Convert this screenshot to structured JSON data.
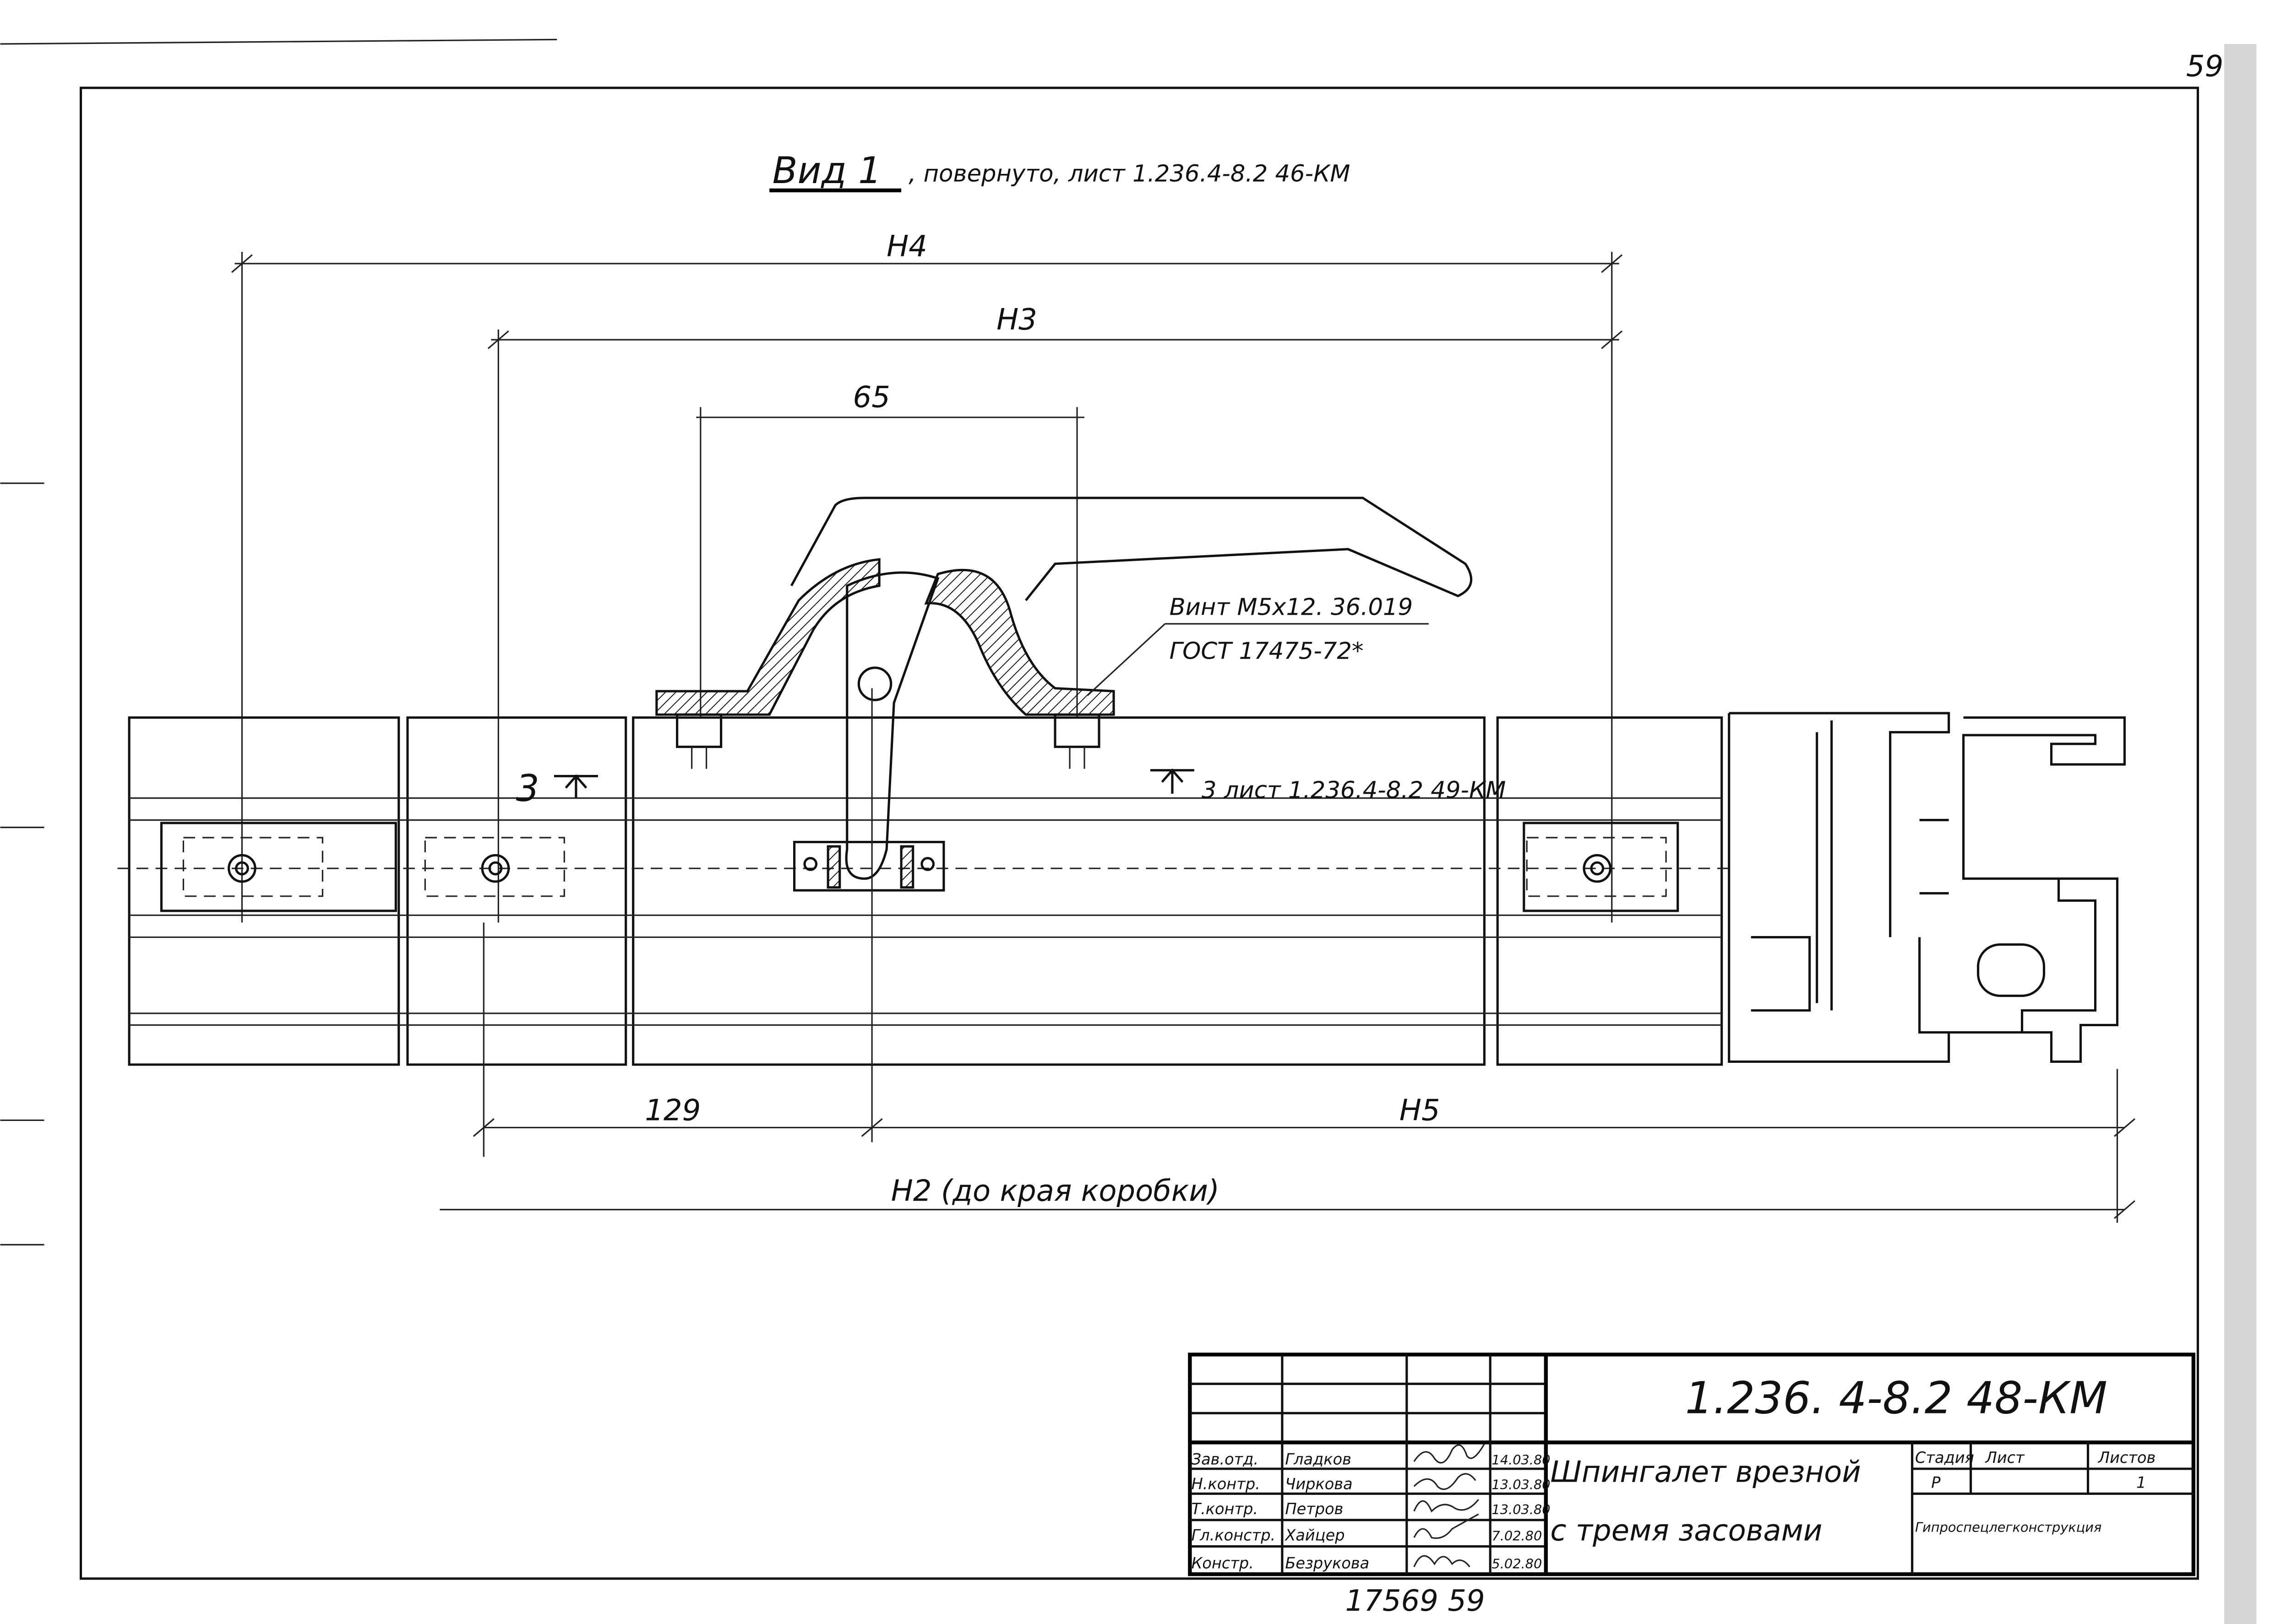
{
  "sheet_number_corner": "59",
  "view_caption": {
    "view": "Вид 1",
    "note": ", повернуто, лист 1.236.4-8.2 46-КМ"
  },
  "dimensions": {
    "h4": "H4",
    "h3": "H3",
    "d65": "65",
    "d129": "129",
    "h5": "H5",
    "h2": "H2 (до края коробки)"
  },
  "callouts": {
    "screw_line1": "Винт M5x12. 36.019",
    "screw_line2": "ГОСТ 17475-72*",
    "section_left": "3",
    "section_right": "3 лист 1.236.4-8.2 49-КМ"
  },
  "title_block": {
    "doc_code": "1.236. 4-8.2   48-КМ",
    "title_line1": "Шпингалет врезной",
    "title_line2": "с тремя засовами",
    "stage_label": "Стадия",
    "sheet_label": "Лист",
    "sheets_label": "Листов",
    "stage_value": "Р",
    "sheet_value": "",
    "sheets_value": "1",
    "organization": "Гипроспецлегконструкция",
    "rows": [
      {
        "role": "Зав.отд.",
        "name": "Гладков",
        "date": "14.03.80"
      },
      {
        "role": "Н.контр.",
        "name": "Чиркова",
        "date": "13.03.80"
      },
      {
        "role": "Т.контр.",
        "name": "Петров",
        "date": "13.03.80"
      },
      {
        "role": "Гл.констр.",
        "name": "Хайцер",
        "date": "7.02.80"
      },
      {
        "role": "Констр.",
        "name": "Безрукова",
        "date": "5.02.80"
      }
    ]
  },
  "footer_number": "17569   59"
}
